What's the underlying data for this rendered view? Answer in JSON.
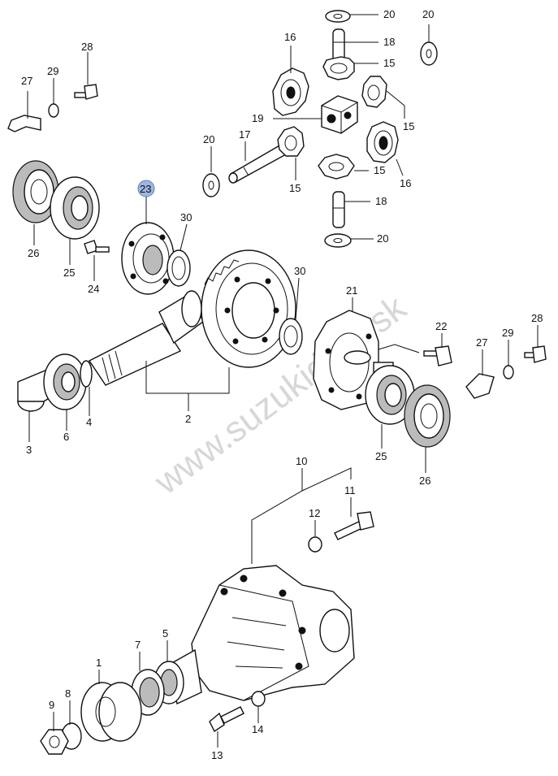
{
  "watermark": "www.suzukidiely.sk",
  "callouts": {
    "c20a": "20",
    "c18a": "18",
    "c15a": "15",
    "c20b": "20",
    "c16a": "16",
    "c19": "19",
    "c15b": "15",
    "c17": "17",
    "c20c": "20",
    "c15c": "15",
    "c15d": "15",
    "c16b": "16",
    "c18b": "18",
    "c20d": "20",
    "c28a": "28",
    "c29a": "29",
    "c27a": "27",
    "c23": "23",
    "c30a": "30",
    "c26a": "26",
    "c25a": "25",
    "c24": "24",
    "c30b": "30",
    "c21": "21",
    "c22": "22",
    "c27b": "27",
    "c29b": "29",
    "c28b": "28",
    "c25b": "25",
    "c26b": "26",
    "c4": "4",
    "c6": "6",
    "c3": "3",
    "c2": "2",
    "c10": "10",
    "c11": "11",
    "c12": "12",
    "c7": "7",
    "c5": "5",
    "c1": "1",
    "c9": "9",
    "c8": "8",
    "c13": "13",
    "c14": "14"
  },
  "highlight_color": "#9fb7e0"
}
